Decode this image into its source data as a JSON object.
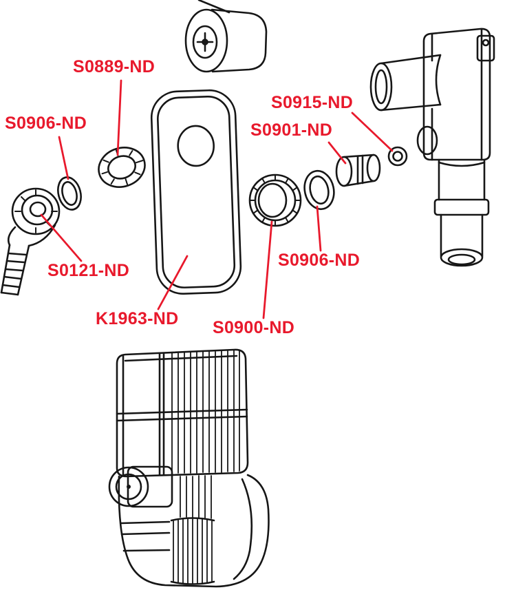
{
  "diagram": {
    "background_color": "#ffffff",
    "line_color": "#161616",
    "accent_color": "#e8192c",
    "labels": {
      "s0889": "S0889-ND",
      "s0906_left": "S0906-ND",
      "s0915": "S0915-ND",
      "s0901": "S0901-ND",
      "s0121": "S0121-ND",
      "k1963": "K1963-ND",
      "s0900": "S0900-ND",
      "s0906_right": "S0906-ND"
    }
  }
}
